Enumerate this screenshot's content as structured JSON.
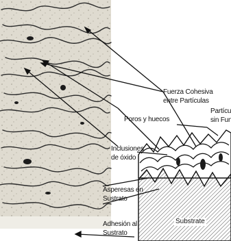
{
  "labels": {
    "cohesive_force_line1": "Fuerza Cohesiva",
    "cohesive_force_line2": "entre Partículas",
    "unmelted_line1": "Partícula",
    "unmelted_line2": "sin Fund",
    "pores": "Poros y huecos",
    "oxide_line1": "Inclusiones",
    "oxide_line2": "de óxido",
    "roughness_line1": "Asperesas en",
    "roughness_line2": "Sustrato",
    "adhesion_line1": "Adhesión al",
    "adhesion_line2": "Sustrato",
    "substrate": "Substrate"
  },
  "colors": {
    "micrograph_bg": "#dcd8cc",
    "ink": "#111111",
    "hatch": "#555555"
  }
}
